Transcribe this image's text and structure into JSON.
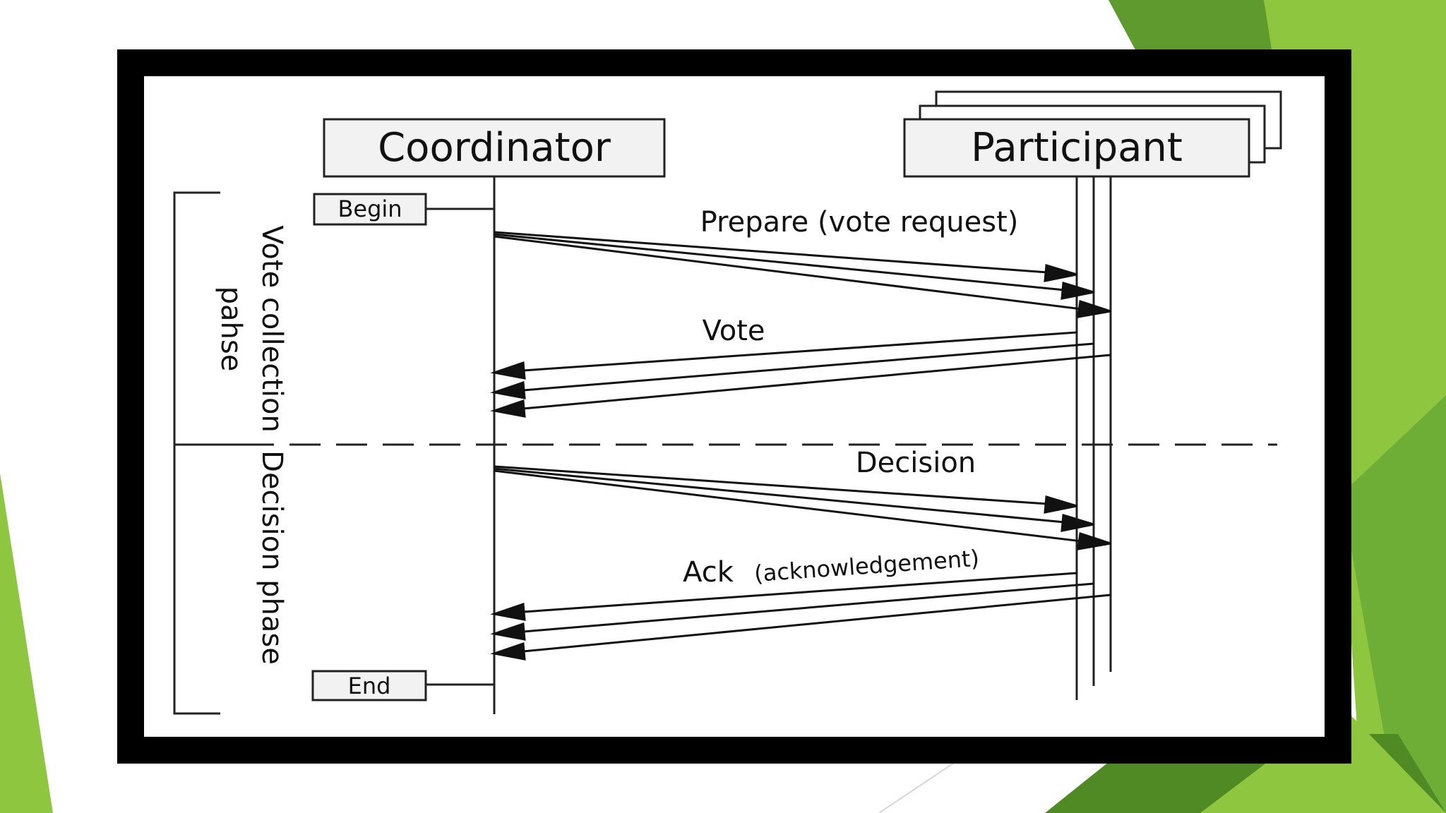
{
  "diagram": {
    "coordinator_label": "Coordinator",
    "participant_label": "Participant",
    "begin_label": "Begin",
    "end_label": "End",
    "phase_vote_line1": "Vote collection",
    "phase_vote_line2": "pahse",
    "phase_decision": "Decision phase",
    "msg_prepare": "Prepare (vote request)",
    "msg_vote": "Vote",
    "msg_decision": "Decision",
    "msg_ack": "Ack",
    "msg_ack_note": "(acknowledgement)"
  },
  "colors": {
    "frame": "#000000",
    "canvas": "#ffffff",
    "box_fill": "#f2f2f2",
    "ink": "#111111",
    "green_dark": "#5e9a2e",
    "green_light": "#8fc640"
  }
}
